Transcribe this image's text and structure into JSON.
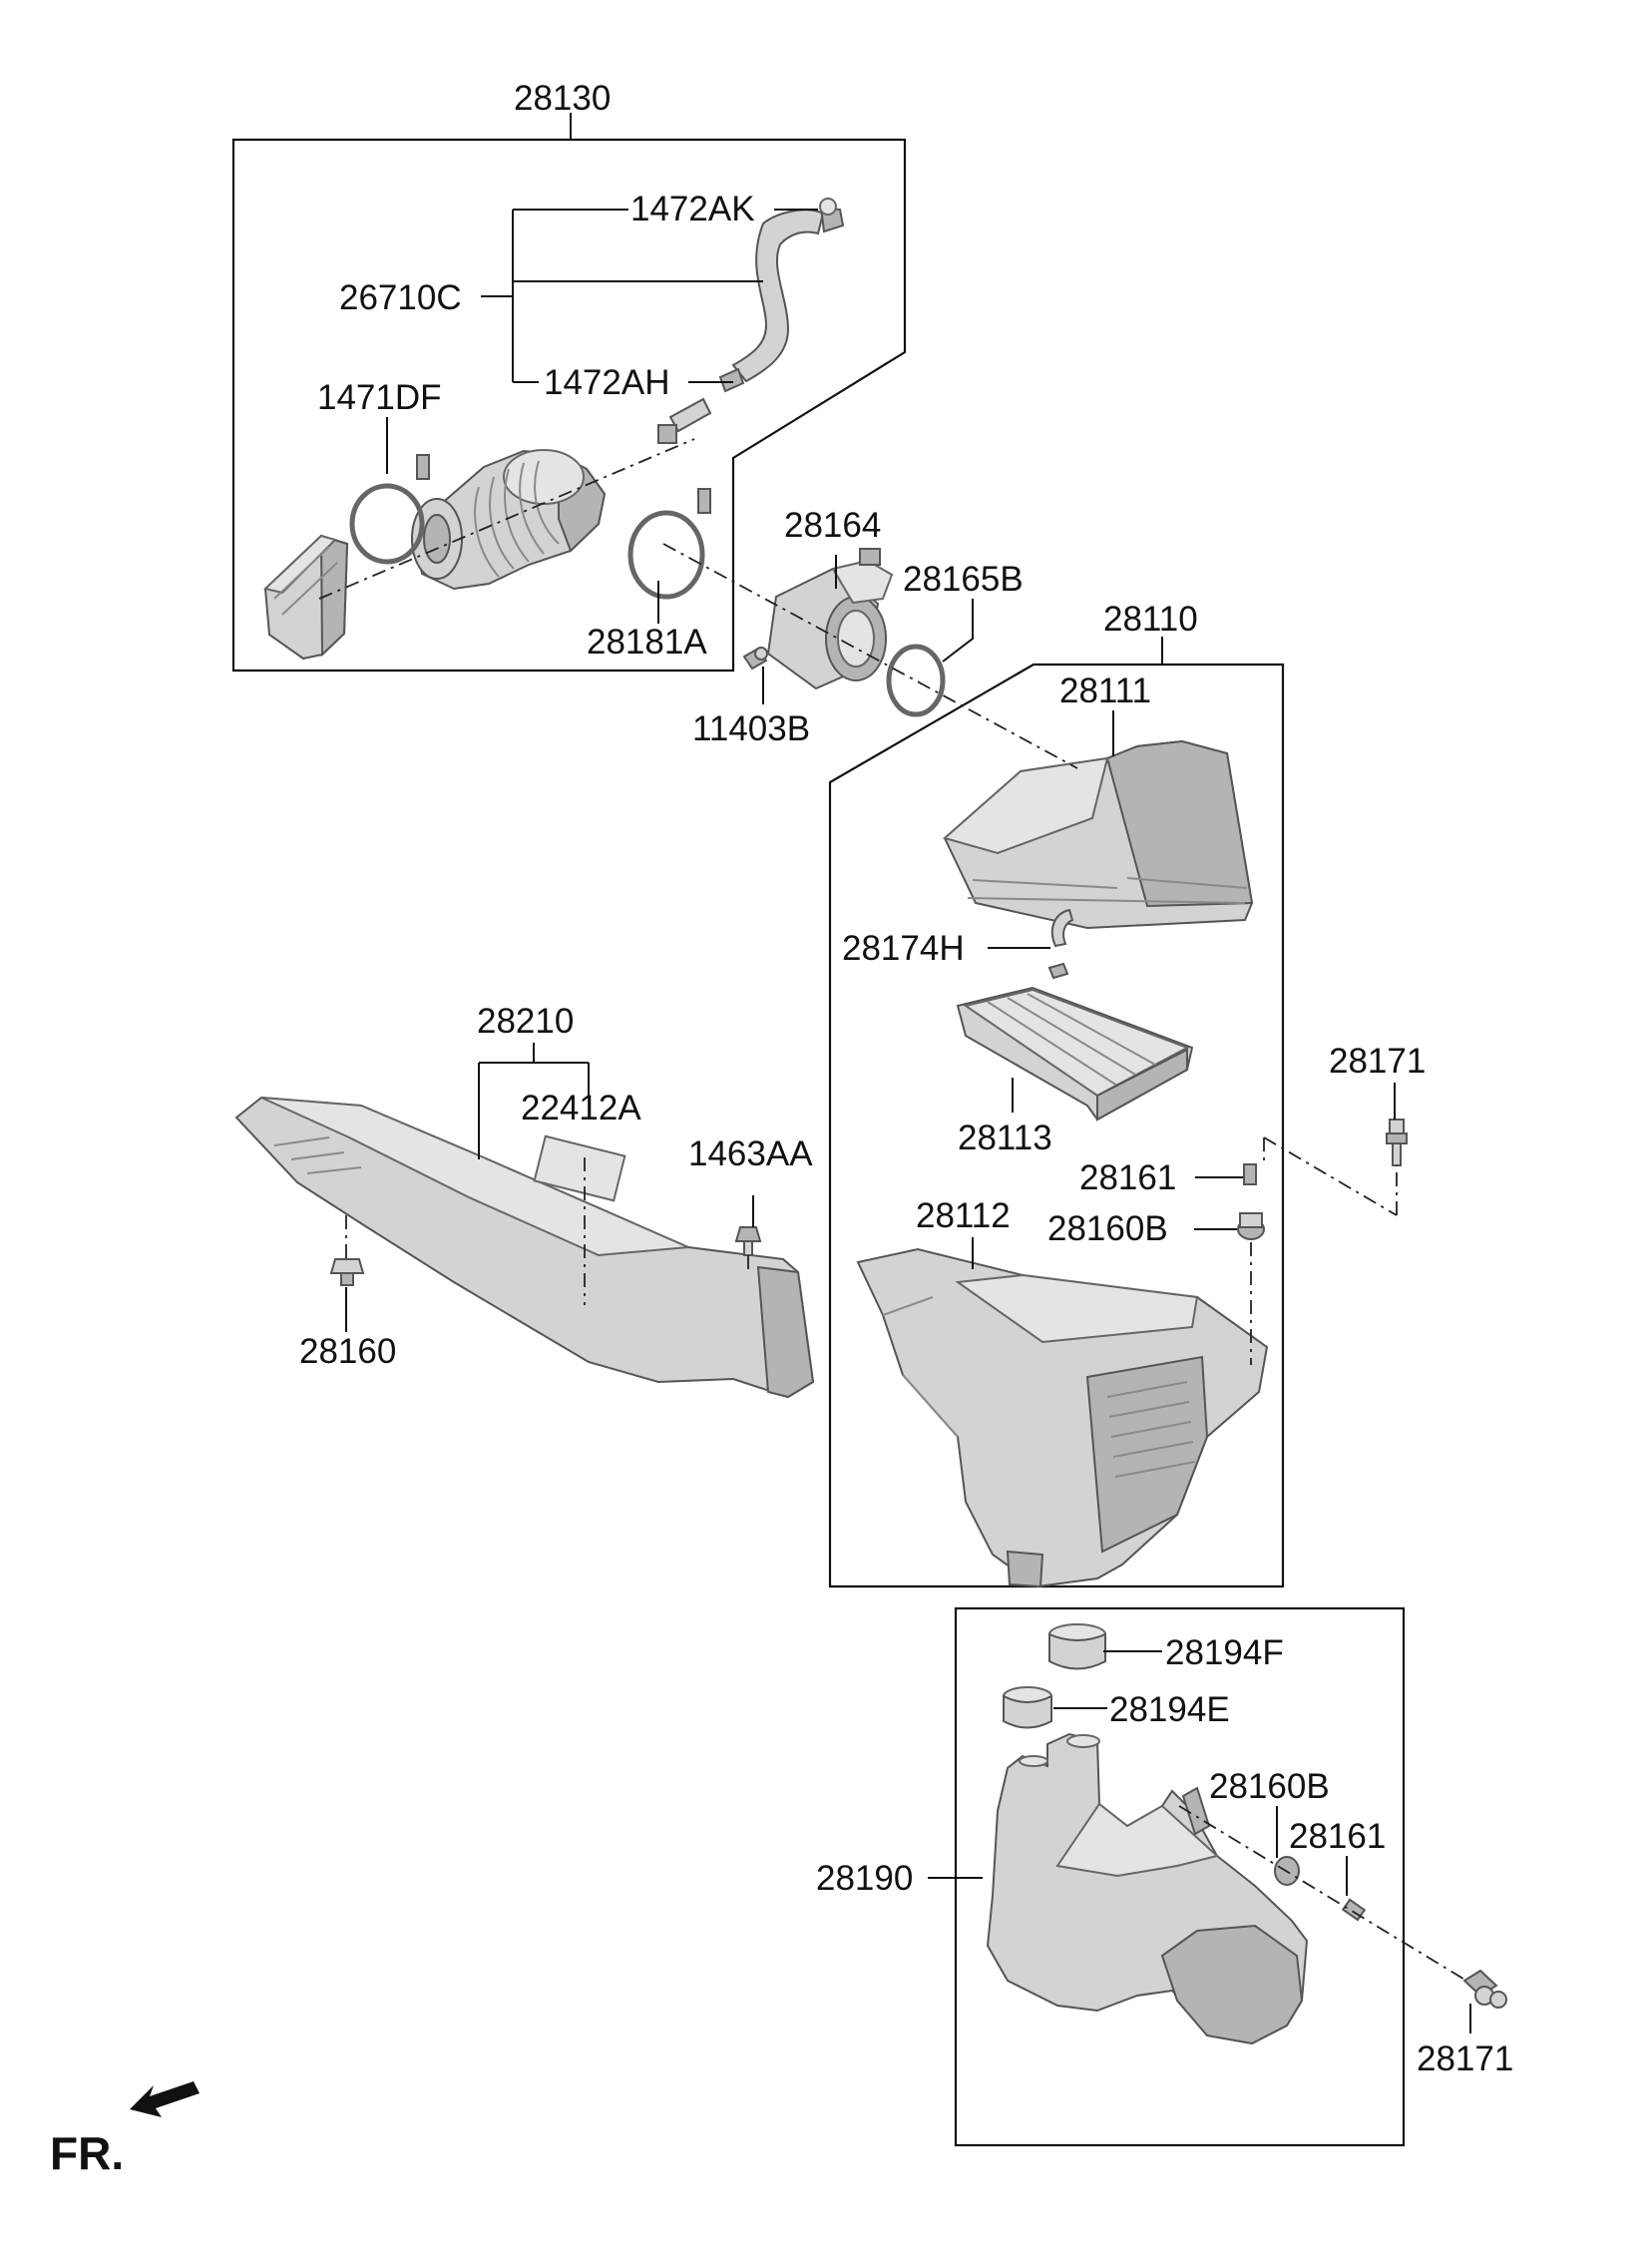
{
  "labels": {
    "l28130": "28130",
    "l1472AK": "1472AK",
    "l26710C": "26710C",
    "l1472AH": "1472AH",
    "l1471DF": "1471DF",
    "l28181A": "28181A",
    "l28164": "28164",
    "l28165B": "28165B",
    "l11403B": "11403B",
    "l28110": "28110",
    "l28111": "28111",
    "l28174H": "28174H",
    "l28113": "28113",
    "l28161a": "28161",
    "l28160Ba": "28160B",
    "l28112": "28112",
    "l28171a": "28171",
    "l28210": "28210",
    "l22412A": "22412A",
    "l1463AA": "1463AA",
    "l28160": "28160",
    "l28194F": "28194F",
    "l28194E": "28194E",
    "l28160Bb": "28160B",
    "l28161b": "28161",
    "l28190": "28190",
    "l28171b": "28171"
  },
  "direction": {
    "label": "FR.",
    "icon": "front-direction-arrow-icon"
  },
  "colors": {
    "part_fill": "#d3d3d3",
    "part_shadow": "#b4b4b4",
    "line": "#111111"
  }
}
